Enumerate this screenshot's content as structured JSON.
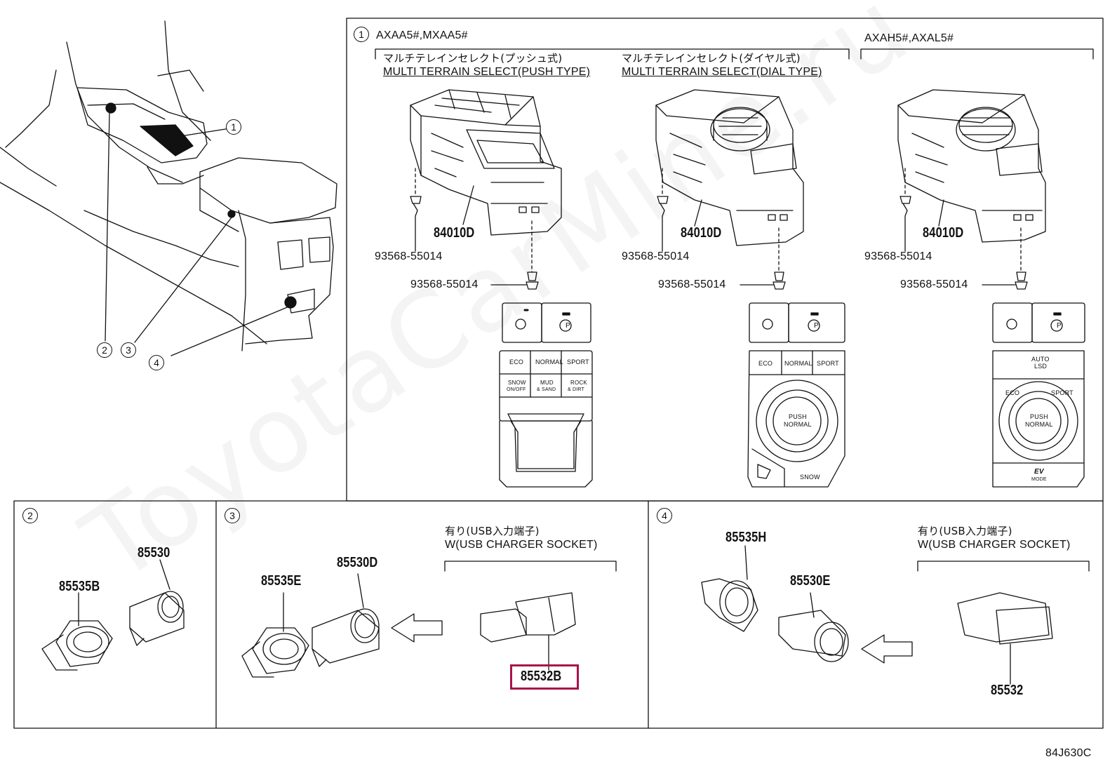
{
  "callouts": [
    "1",
    "2",
    "3",
    "4"
  ],
  "panel1": {
    "num": "1",
    "model_a": "AXAA5#,MXAA5#",
    "model_b": "AXAH5#,AXAL5#",
    "push_type_jp": "マルチテレインセレクト(プッシュ式)",
    "push_type_en": "MULTI TERRAIN SELECT(PUSH TYPE)",
    "dial_type_jp": "マルチテレインセレクト(ダイヤル式)",
    "dial_type_en": "MULTI TERRAIN SELECT(DIAL TYPE)",
    "part_switch": "84010D",
    "part_screw": "93568-55014"
  },
  "panel2": {
    "num": "2",
    "part_a": "85530",
    "part_b": "85535B"
  },
  "panel3": {
    "num": "3",
    "part_a": "85535E",
    "part_b": "85530D",
    "part_c": "85532B",
    "note_jp": "有り(USB入力端子)",
    "note_en": "W(USB CHARGER SOCKET)"
  },
  "panel4": {
    "num": "4",
    "part_a": "85535H",
    "part_b": "85530E",
    "part_c": "85532",
    "note_jp": "有り(USB入力端子)",
    "note_en": "W(USB CHARGER SOCKET)"
  },
  "keys": {
    "eco": "ECO",
    "normal": "NORMAL",
    "sport": "SPORT",
    "snow_a": "SNOW",
    "snow_b": "ON/OFF",
    "mud_a": "MUD",
    "mud_b": "& SAND",
    "rock_a": "ROCK",
    "rock_b": "& DIRT",
    "push_a": "PUSH",
    "push_b": "NORMAL",
    "snow": "SNOW",
    "auto_a": "AUTO",
    "auto_b": "LSD",
    "ev_a": "EV",
    "ev_b": "MODE",
    "p": "P"
  },
  "diagram_code": "84J630C",
  "watermark": "ToyotaCarMine.ru"
}
